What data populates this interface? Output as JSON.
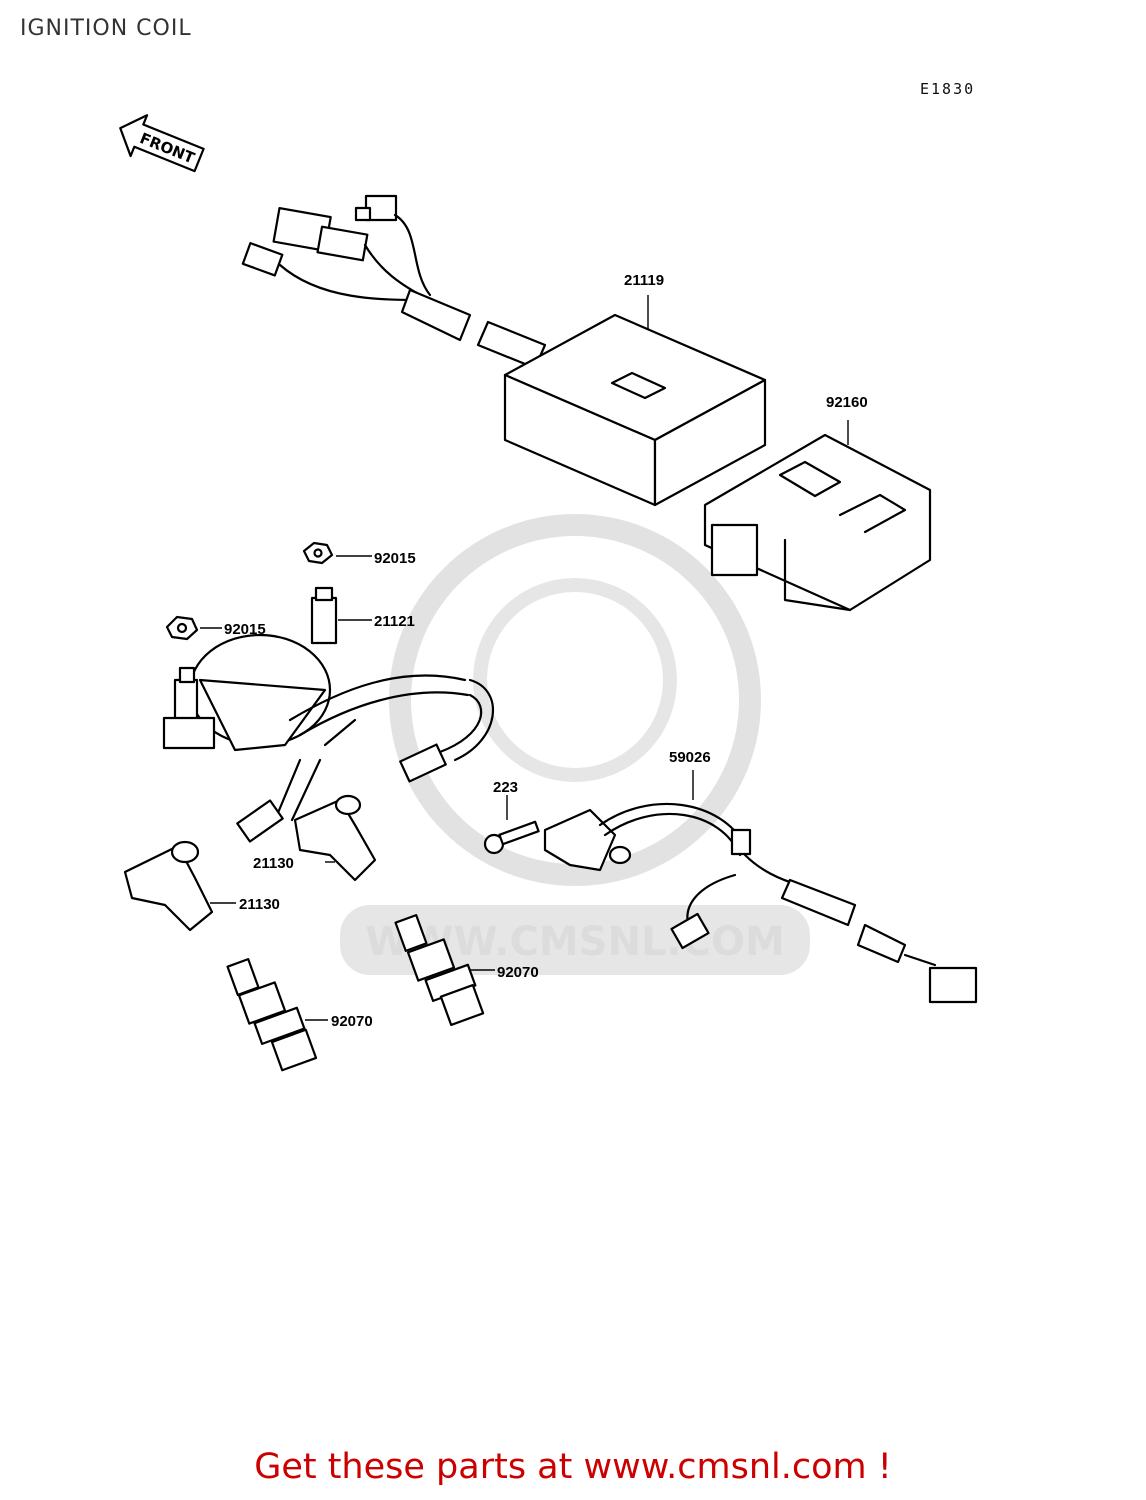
{
  "page": {
    "title": "IGNITION COIL",
    "diagram_code": "E1830",
    "front_arrow_label": "FRONT",
    "watermark_text": "WWW.CMSNL.COM",
    "call_to_action": "Get these parts at www.cmsnl.com !"
  },
  "parts": [
    {
      "id": "21119",
      "label": "21119"
    },
    {
      "id": "92160",
      "label": "92160"
    },
    {
      "id": "92015a",
      "label": "92015"
    },
    {
      "id": "92015b",
      "label": "92015"
    },
    {
      "id": "21121",
      "label": "21121"
    },
    {
      "id": "59026",
      "label": "59026"
    },
    {
      "id": "223",
      "label": "223"
    },
    {
      "id": "21130a",
      "label": "21130"
    },
    {
      "id": "21130b",
      "label": "21130"
    },
    {
      "id": "92070a",
      "label": "92070"
    },
    {
      "id": "92070b",
      "label": "92070"
    }
  ],
  "colors": {
    "line": "#000000",
    "watermark": "#dcdcdc",
    "call_to_action": "#cc0000",
    "title": "#333333"
  }
}
